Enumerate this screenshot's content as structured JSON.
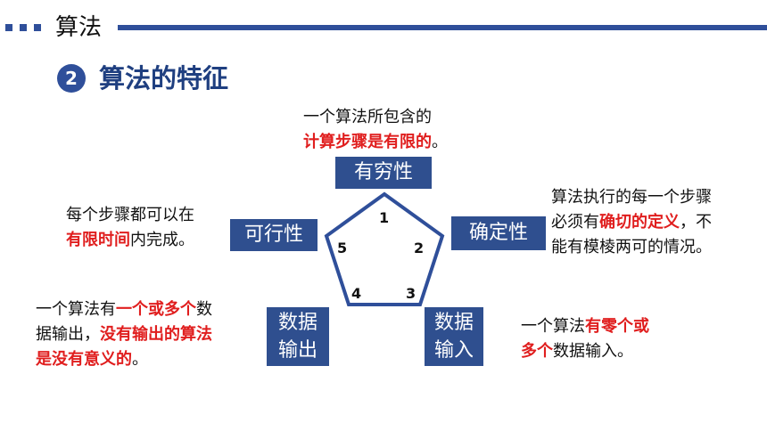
{
  "header": {
    "title": "算法"
  },
  "section": {
    "badge": "2",
    "title": "算法的特征"
  },
  "pentagon": {
    "n1": "1",
    "n2": "2",
    "n3": "3",
    "n4": "4",
    "n5": "5"
  },
  "boxes": {
    "finiteness": "有穷性",
    "definiteness": "确定性",
    "feasibility": "可行性",
    "input_line1": "数据",
    "input_line2": "输入",
    "output_line1": "数据",
    "output_line2": "输出"
  },
  "notes": {
    "finiteness": {
      "l1": "一个算法所包含的",
      "l2_red": "计算步骤是有限的",
      "l2_tail": "。"
    },
    "definiteness": {
      "l1": "算法执行的每一个步骤",
      "l2_a": "必须有",
      "l2_red": "确切的定义",
      "l2_b": "，不",
      "l3": "能有模棱两可的情况。"
    },
    "feasibility": {
      "l1": "每个步骤都可以在",
      "l2_red": "有限时间",
      "l2_b": "内完成。"
    },
    "output": {
      "l1_a": "一个算法有",
      "l1_red": "一个或多个",
      "l1_b": "数",
      "l2_a": "据输出，",
      "l2_red": "没有输出的算法",
      "l3_red": "是没有意义的",
      "l3_b": "。"
    },
    "input": {
      "l1_a": "一个算法",
      "l1_red": "有零个或",
      "l2_red": "多个",
      "l2_b": "数据输入。"
    }
  },
  "colors": {
    "accent": "#2f4f9a",
    "box": "#2f4f8f",
    "highlight": "#e01e1e"
  }
}
